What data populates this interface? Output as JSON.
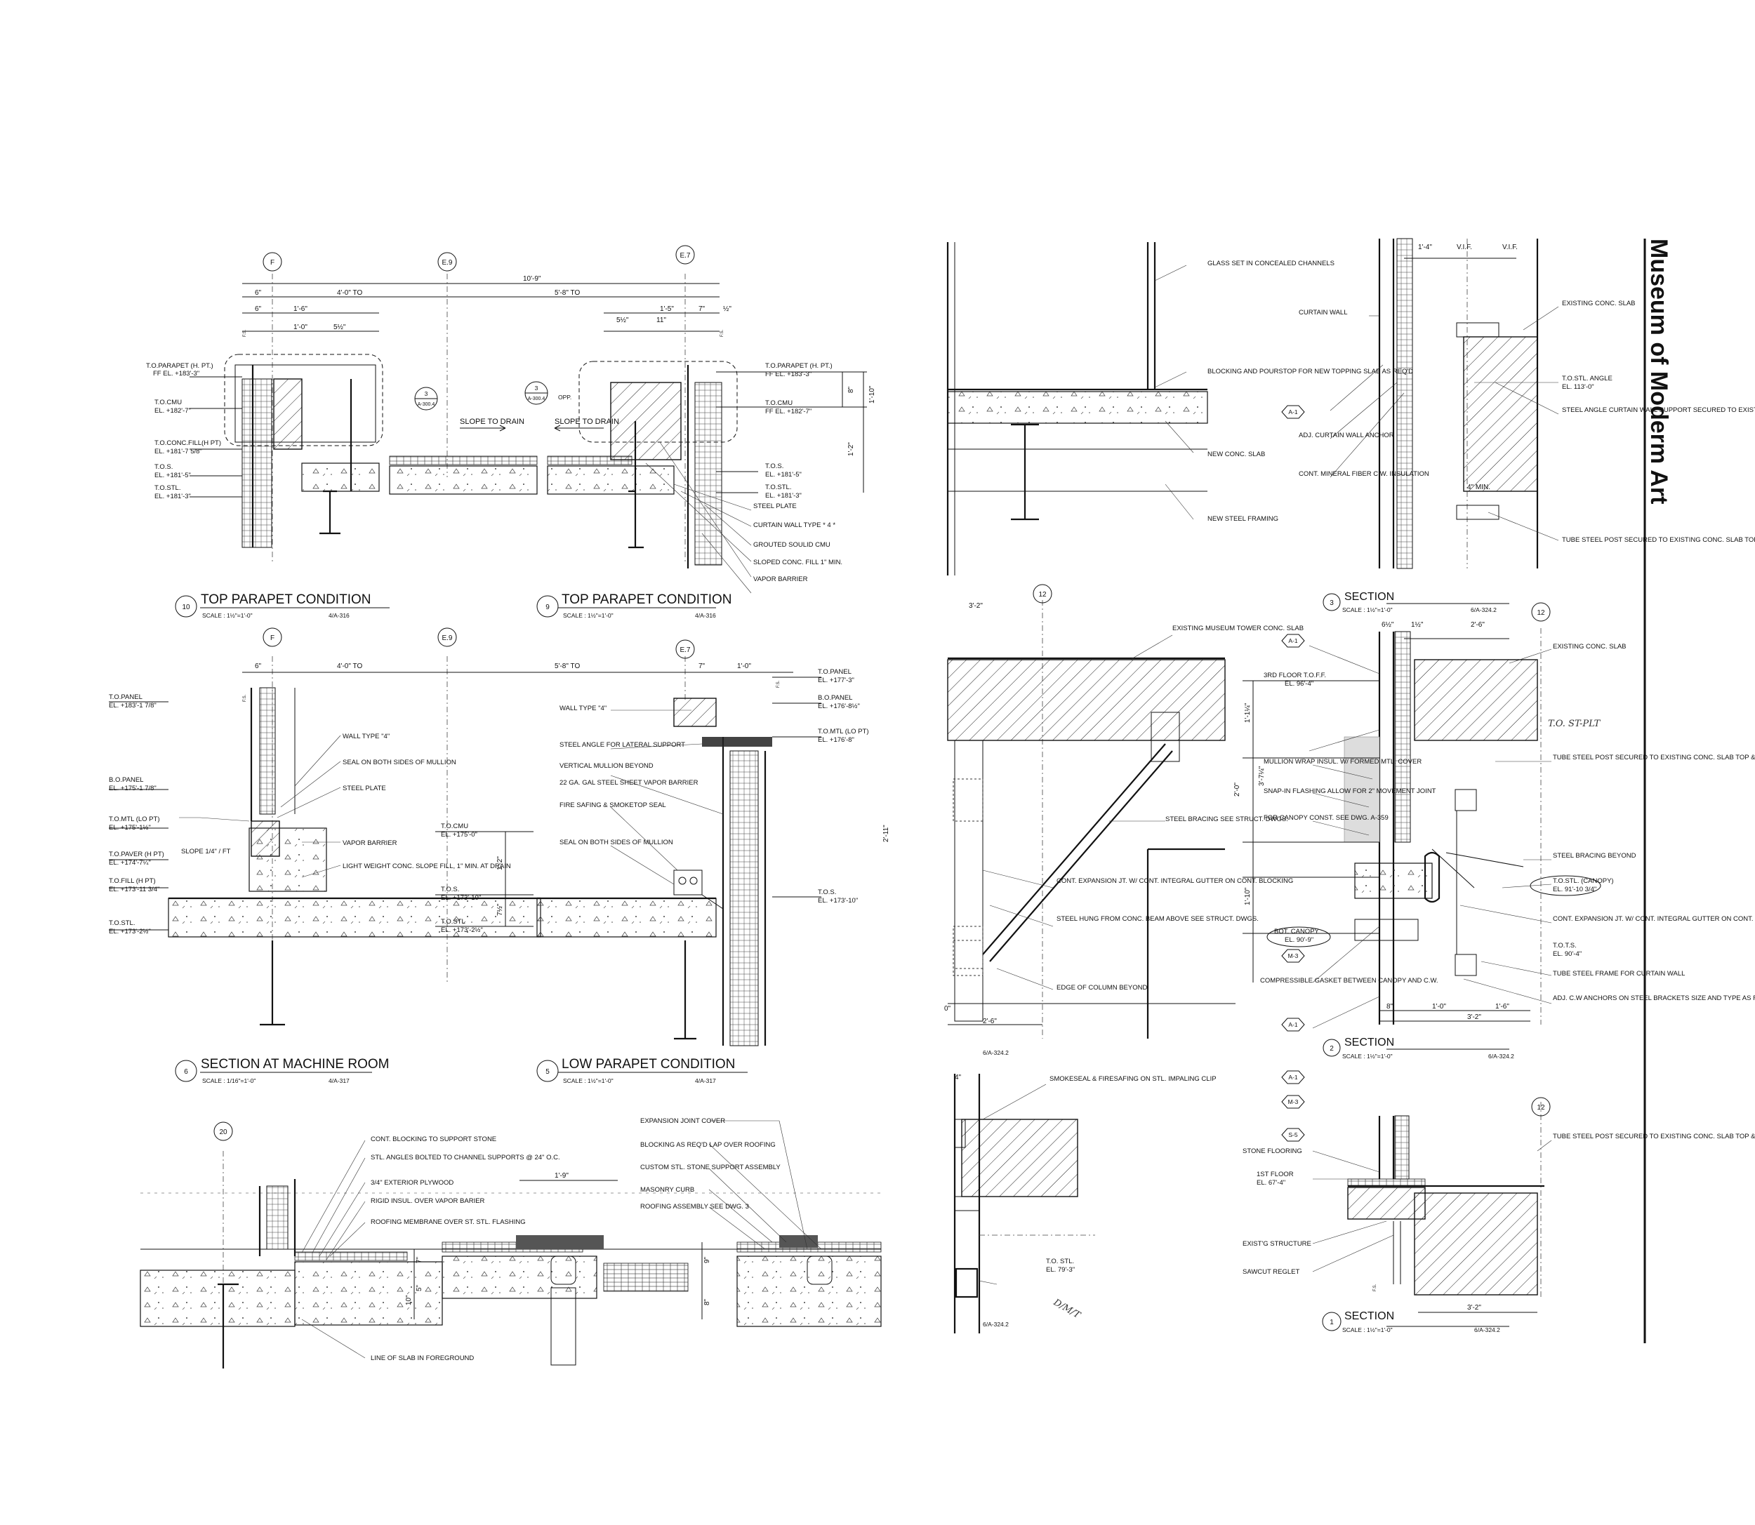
{
  "sheet_title": "Museum of Moderm Art",
  "details": [
    {
      "number": "10",
      "title": "TOP PARAPET CONDITION",
      "scale": "SCALE : 1½\"=1'-0\"",
      "ref": "4/A-316"
    },
    {
      "number": "9",
      "title": "TOP PARAPET CONDITION",
      "scale": "SCALE : 1½\"=1'-0\"",
      "ref": "4/A-316"
    },
    {
      "number": "6",
      "title": "SECTION AT MACHINE ROOM",
      "scale": "SCALE : 1/16\"=1'-0\"",
      "ref": "4/A-317"
    },
    {
      "number": "5",
      "title": "LOW PARAPET CONDITION",
      "scale": "SCALE : 1½\"=1'-0\"",
      "ref": "4/A-317"
    },
    {
      "number": "3",
      "title": "SECTION",
      "scale": "SCALE : 1½\"=1'-0\"",
      "ref": "6/A-324.2"
    },
    {
      "number": "2",
      "title": "SECTION",
      "scale": "SCALE : 1½\"=1'-0\"",
      "ref": "6/A-324.2"
    },
    {
      "number": "1",
      "title": "SECTION",
      "scale": "SCALE : 1½\"=1'-0\"",
      "ref": "6/A-324.2"
    }
  ],
  "grid_bubbles": [
    "F",
    "E.9",
    "E.7",
    "F",
    "E.9",
    "E.7",
    "20",
    "12",
    "12",
    "12"
  ],
  "tag_bubbles": [
    "A-1",
    "A-1",
    "M-3",
    "A-1",
    "A-1",
    "M-3",
    "S-5"
  ],
  "section_markers": [
    {
      "top": "3",
      "bottom": "A-300.4"
    },
    {
      "top": "3",
      "bottom": "A-300.4"
    }
  ],
  "det10": {
    "elevations": [
      "T.O.PARAPET (H. PT.)",
      "FF EL. +183'-3\"",
      "T.O.CMU",
      "EL. +182'-7\"",
      "T.O.CONC.FILL(H PT)",
      "EL. +181'-7 5/8\"",
      "T.O.S.",
      "EL. +181'-5\"",
      "T.O.STL.",
      "EL. +181'-3\""
    ],
    "dims": [
      "10'-9\"",
      "6\"",
      "4'-0\" TO",
      "5'-8\" TO",
      "6\"",
      "1'-6\"",
      "1'-0\"",
      "5½\""
    ],
    "notes": [
      "SLOPE TO DRAIN"
    ]
  },
  "det9": {
    "elevations": [
      "T.O.PARAPET (H. PT.)",
      "FF EL. +183'-3\"",
      "T.O.CMU",
      "FF  EL. +182'-7\"",
      "T.O.S.",
      "EL. +181'-5\"",
      "T.O.STL.",
      "EL. +181'-3\""
    ],
    "dims": [
      "1'-5\"",
      "7\"",
      "½\"",
      "5½\"",
      "11\"",
      "8\"",
      "1'-10\"",
      "1'-2\""
    ],
    "notes": [
      "SLOPE TO DRAIN",
      "OPP.",
      "STEEL PLATE",
      "CURTAIN WALL TYPE * 4 *",
      "GROUTED SOULID CMU",
      "SLOPED CONC. FILL 1\" MIN.",
      "VAPOR BARRIER"
    ]
  },
  "det6": {
    "elevations": [
      "T.O.PANEL",
      "EL. +183'-1 7/8\"",
      "B.O.PANEL",
      "EL. +175'-1 7/8\"",
      "T.O.MTL (LO PT)",
      "EL. +175'-1½\"",
      "T.O.PAVER (H PT)",
      "EL. +174'-7¼\"",
      "T.O.FILL (H PT)",
      "EL. +173'-11 3/4\"",
      "T.O.STL.",
      "EL. +173'-2½\""
    ],
    "dims": [
      "6\"",
      "4'-0\" TO",
      "5'-8\" TO"
    ],
    "notes": [
      "WALL TYPE \"4\"",
      "SEAL ON BOTH SIDES OF MULLION",
      "STEEL PLATE",
      "VAPOR BARRIER",
      "LIGHT WEIGHT CONC. SLOPE FILL, 1\" MIN. AT DRAIN",
      "SLOPE 1/4\" / FT"
    ]
  },
  "det5": {
    "elevations": [
      "T.O.CMU",
      "EL. +175'-0\"",
      "T.O.S.",
      "EL. +173'-10\"",
      "T.O.STL",
      "EL. +173'-2½\"",
      "T.O.PANEL",
      "EL. +177'-3\"",
      "B.O.PANEL",
      "EL. +176'-8½\"",
      "T.O.MTL (LO PT)",
      "EL. +176'-8\"",
      "T.O.S.",
      "EL. +173'-10\""
    ],
    "dims": [
      "7\"",
      "1'-0\"",
      "1'-2\"",
      "7½\"",
      "2'-11\""
    ],
    "notes": [
      "WALL TYPE \"4\"",
      "STEEL ANGLE FOR LATERAL SUPPORT",
      "VERTICAL MULLION BEYOND",
      "22 GA. GAL STEEL SHEET VAPOR BARRIER",
      "FIRE SAFING & SMOKETOP SEAL",
      "SEAL ON BOTH SIDES OF MULLION"
    ]
  },
  "det20": {
    "dims": [
      "1'-9\"",
      "7\"",
      "5\"",
      "10\"",
      "9\"",
      "8\""
    ],
    "notes": [
      "CONT. BLOCKING TO SUPPORT STONE",
      "STL. ANGLES BOLTED TO CHANNEL SUPPORTS @ 24\" O.C.",
      "3/4\" EXTERIOR PLYWOOD",
      "RIGID INSUL. OVER VAPOR BARIER",
      "ROOFING MEMBRANE OVER ST. STL. FLASHING",
      "LINE OF SLAB IN FOREGROUND",
      "EXPANSION JOINT COVER",
      "BLOCKING AS REQ'D LAP OVER ROOFING",
      "CUSTOM STL. STONE SUPPORT ASSEMBLY",
      "MASONRY CURB",
      "ROOFING ASSEMBLY SEE DWG. 3"
    ]
  },
  "det_slab": {
    "notes": [
      "GLASS SET IN CONCEALED CHANNELS",
      "BLOCKING AND POURSTOP FOR NEW TOPPING SLAB AS REQ'D",
      "NEW CONC. SLAB",
      "NEW STEEL FRAMING"
    ]
  },
  "det3": {
    "dims": [
      "1'-4\"",
      "V.I.F.",
      "V.I.F.",
      "4\" MIN."
    ],
    "notes": [
      "CURTAIN WALL",
      "ADJ. CURTAIN WALL ANCHOR",
      "CONT. MINERAL FIBER C.W. INSULATION",
      "EXISTING CONC. SLAB",
      "T.O.STL. ANGLE",
      "EL. 113'-0\"",
      "STEEL ANGLE CURTAIN WALL SUPPORT SECURED TO EXISTING CONC. BEAM / SLAB",
      "TUBE STEEL POST SECURED TO EXISTING CONC. SLAB TOP & BOT."
    ]
  },
  "det_bracing": {
    "dims": [
      "3'-2\"",
      "2'-6\"",
      "0\"",
      "4\""
    ],
    "notes": [
      "EXISTING MUSEUM TOWER CONC. SLAB",
      "STEEL BRACING SEE STRUCT. DWGS.",
      "CONT. EXPANSION JT. W/ CONT. INTEGRAL GUTTER ON CONT. BLOCKING",
      "STEEL HUNG FROM CONC. BEAM ABOVE SEE STRUCT. DWGS.",
      "EDGE OF COLUMN BEYOND",
      "SMOKESEAL & FIRESAFING ON STL. IMPALING CLIP",
      "T.O. STL.",
      "EL. 79'-3\""
    ],
    "refs": [
      "6/A-324.2",
      "6/A-324.2"
    ]
  },
  "det2": {
    "dims": [
      "6½\"",
      "1½\"",
      "2'-6\"",
      "1'-1¼\"",
      "2'-0\"",
      "3'-7¼\"",
      "1'-10\"",
      "8\"",
      "1'-0\"",
      "1'-6\"",
      "3'-2\""
    ],
    "notes": [
      "3RD FLOOR T.O.F.F.",
      "EL. 96'-4\"",
      "MULLION WRAP INSUL. W/ FORMED MTL. COVER",
      "SNAP-IN FLASHING ALLOW FOR 2\" MOVEMENT JOINT",
      "FOR CANOPY CONST. SEE DWG. A-359",
      "BOT. CANOPY",
      "EL. 90'-9\"",
      "COMPRESSIBLE GASKET BETWEEN CANOPY AND C.W.",
      "EXISTING CONC. SLAB",
      "TUBE STEEL POST SECURED TO EXISTING CONC. SLAB TOP & BOT.",
      "STEEL BRACING BEYOND",
      "T.O.STL. (CANOPY)",
      "EL. 91'-10 3/4\"",
      "CONT. EXPANSION JT. W/ CONT. INTEGRAL GUTTER ON CONT. BLOCKING",
      "T.O.T.S.",
      "EL. 90'-4\"",
      "TUBE STEEL FRAME FOR CURTAIN WALL",
      "ADJ. C.W ANCHORS ON STEEL BRACKETS SIZE AND TYPE AS REQ'D BY C.W. MANUF., TYP."
    ],
    "handwritten": "T.O. ST-PLT"
  },
  "det1": {
    "dims": [
      "3'-2\""
    ],
    "notes": [
      "STONE FLOORING",
      "1ST FLOOR",
      "EL. 67'-4\"",
      "EXIST'G STRUCTURE",
      "SAWCUT REGLET",
      "TUBE STEEL POST SECURED TO EXISTING CONC. SLAB TOP & BOT."
    ],
    "handwritten": "D/M/T"
  },
  "small_marks": [
    "F.S.",
    "F.S.",
    "F.S.",
    "F.S.",
    "F.S."
  ]
}
